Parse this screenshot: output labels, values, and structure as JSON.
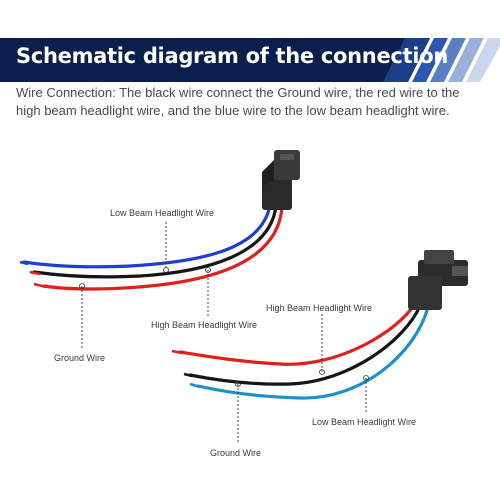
{
  "banner": {
    "title": "Schematic diagram of the connection",
    "colors": {
      "dark": "#0a1f4d",
      "mid": "#1b3e88",
      "light": "#c9d6ec"
    }
  },
  "description": "Wire Connection: The black wire connect the Ground wire, the red wire to the high beam headlight wire, and the blue wire to the low beam headlight wire.",
  "harness_left": {
    "labels": {
      "low_beam": "Low Beam Headlight Wire",
      "high_beam": "High Beam Headlight Wire",
      "ground": "Ground Wire"
    }
  },
  "harness_right": {
    "labels": {
      "high_beam": "High Beam Headlight Wire",
      "low_beam": "Low Beam Headlight Wire",
      "ground": "Ground Wire"
    }
  },
  "wire_colors": {
    "blue": "#1e3fd0",
    "red": "#e0201c",
    "black": "#151515",
    "cyan": "#1d8fcf",
    "callout": "#333333"
  }
}
